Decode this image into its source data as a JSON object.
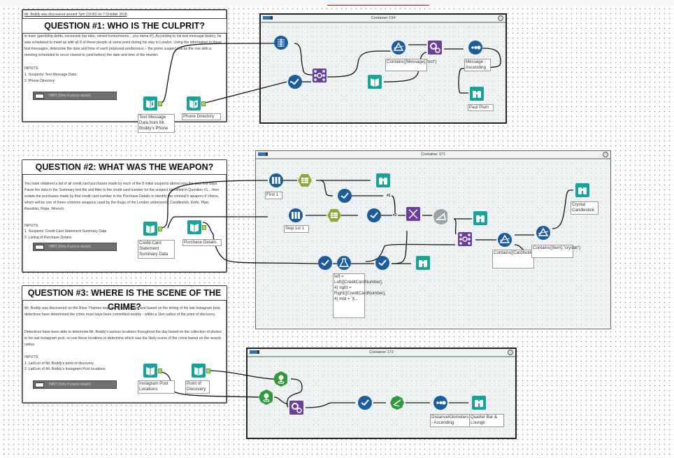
{
  "canvas": {
    "accent_colors": {
      "in_out_teal": "#17a39a",
      "prep_blue": "#1a5c9c",
      "join_purple": "#6b3f99",
      "parse_purple": "#6b3f99",
      "spatial_green": "#2f9a3a",
      "formula_olive": "#8aaa3a",
      "anchor_green": "#a8d56a"
    }
  },
  "questions": [
    {
      "cutoff_line": "Mr. Boddy was discovered around 7pm (19:00) on 7 October 2018",
      "title": "QUESTION #1: WHO IS THE CULPRIT?",
      "body": "in town (gambling debts, excessive bar tabs, ruined honeymoons... you name it!). According to his text message history, he was scheduled to meet up with all 8 of these people at some point during his stay in London. Using the information in these text messages, determine the date and time of each proposed rendezvous – the prime suspect will be the one with a meeting scheduled to occur closest to (and before) the date and time of the murder.",
      "inputs_label": "INPUTS:",
      "inputs": [
        "1.    Suspects' Text Message Data",
        "2.    Phone Directory"
      ],
      "hint": "HINT (Only if you're stuck!)"
    },
    {
      "title": "QUESTION #2: WHAT WAS THE WEAPON?",
      "body": "You have obtained a list of all credit card purchases made by each of the 8 initial suspects above over the past few days. Parse the data in the Summary text file and filter to the credit card number for the suspect identified in Question #1... then isolate the purchases made by that credit card number in the Purchase Details to identify the criminal's weapon of choice, which will be one of these common weapons used by the thugs of the London underworld: Candlestick, Knife, Pipe, Revolver, Rope, Wrench.",
      "inputs_label": "INPUTS:",
      "inputs": [
        "1.    Suspects' Credit Card Statement Summary Data",
        "2.    Listing of Purchase Details"
      ],
      "hint": "HINT (Only if you're stuck!)"
    },
    {
      "title": "QUESTION #3: WHERE IS THE SCENE OF THE CRIME?",
      "body": "Mr. Boddy was discovered on the River Thames near the Tower Bridge, and based on the timing of his last Instagram post, detectives have determined the crime must have been committed nearby - within a 1km radius of the point of discovery.",
      "body2": "Detectives have been able to determine Mr. Boddy's various locations throughout the day based on the collection of photos in his last Instagram post, so use these locations to determine which was the likely scene of the crime based on the search radius.",
      "inputs_label": "INPUTS:",
      "inputs": [
        "1.    Lat/Lon of Mr. Boddy's point of discovery",
        "2.    Lat/Lon of Mr. Boddy's Instagram Post locations"
      ],
      "hint": "HINT (Only if you're stuck!)"
    }
  ],
  "inputs_q1": {
    "text_message": "Text Message Data from Mr. Boddy's Phone",
    "phone_directory": "Phone Directory"
  },
  "inputs_q2": {
    "credit_card": "Credit Card Statement Summary Data",
    "purchase_details": "Purchase Details"
  },
  "inputs_q3": {
    "instagram": "Instagram Post Locations",
    "discovery": "Point of Discovery"
  },
  "containers": {
    "c134": {
      "title": "Container 134",
      "labels": {
        "filter": "Contains([Message],\"oct\")",
        "sort": "Message - Ascending",
        "browse": "Paul Plum"
      }
    },
    "c171": {
      "title": "Container 171",
      "labels": {
        "first": "First 1",
        "skip": "Skip 1st 1",
        "formula": "left = Left([CreditCardNumber], 4) right = Right([CreditCardNumber], 4) mid = 'X...",
        "filter_name": "Contains([CardholderName],\"Plum\")",
        "filter_item": "Contains([Item],\"crystal\")",
        "browse": "Crystal Candlestick"
      },
      "tags": {
        "one": "#1",
        "two": "#2"
      }
    },
    "c172": {
      "title": "Container 172",
      "labels": {
        "sort": "DistanceKilometers - Ascending",
        "browse": "Quarter Bar & Lounge"
      }
    }
  }
}
